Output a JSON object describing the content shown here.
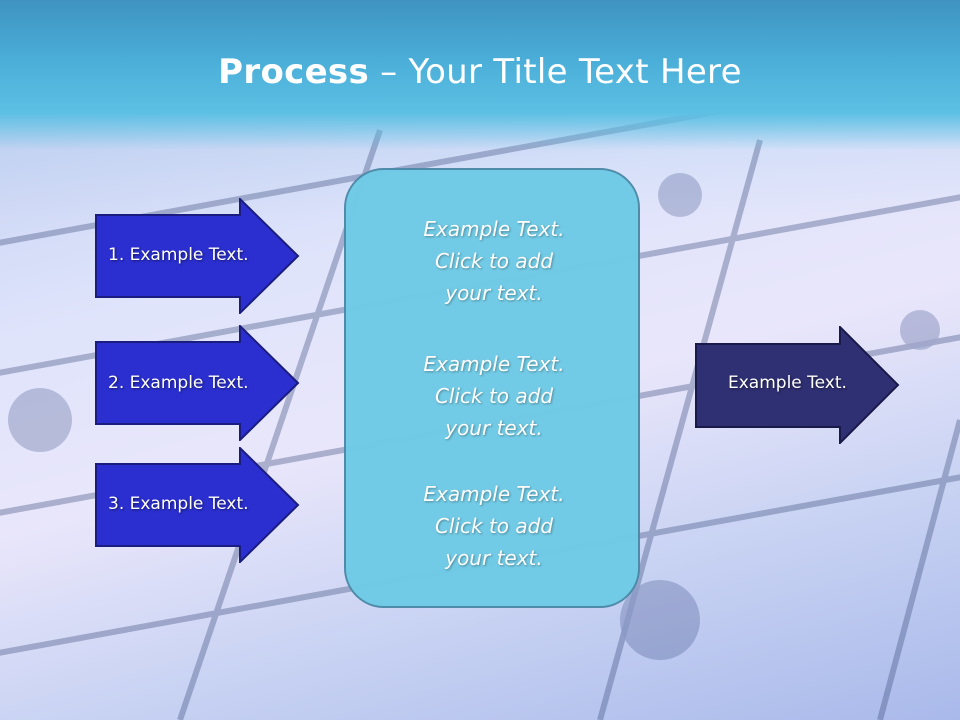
{
  "slide": {
    "title_bold": "Process",
    "title_rest": " – Your Title Text Here"
  },
  "left_arrows": [
    {
      "label": "1. Example Text."
    },
    {
      "label": "2. Example Text."
    },
    {
      "label": "3. Example Text."
    }
  ],
  "center_box": {
    "blocks": [
      {
        "line1": "Example Text.",
        "line2": "Click  to add",
        "line3": "your text."
      },
      {
        "line1": "Example Text.",
        "line2": "Click  to add",
        "line3": "your text."
      },
      {
        "line1": "Example Text.",
        "line2": "Click  to add",
        "line3": "your text."
      }
    ]
  },
  "right_arrow": {
    "label": "Example Text."
  },
  "colors": {
    "header": "#4aaed8",
    "left_arrow_fill": "#2b2fd0",
    "right_arrow_fill": "#2f2f73",
    "center_box_fill": "#6fcbe6"
  }
}
